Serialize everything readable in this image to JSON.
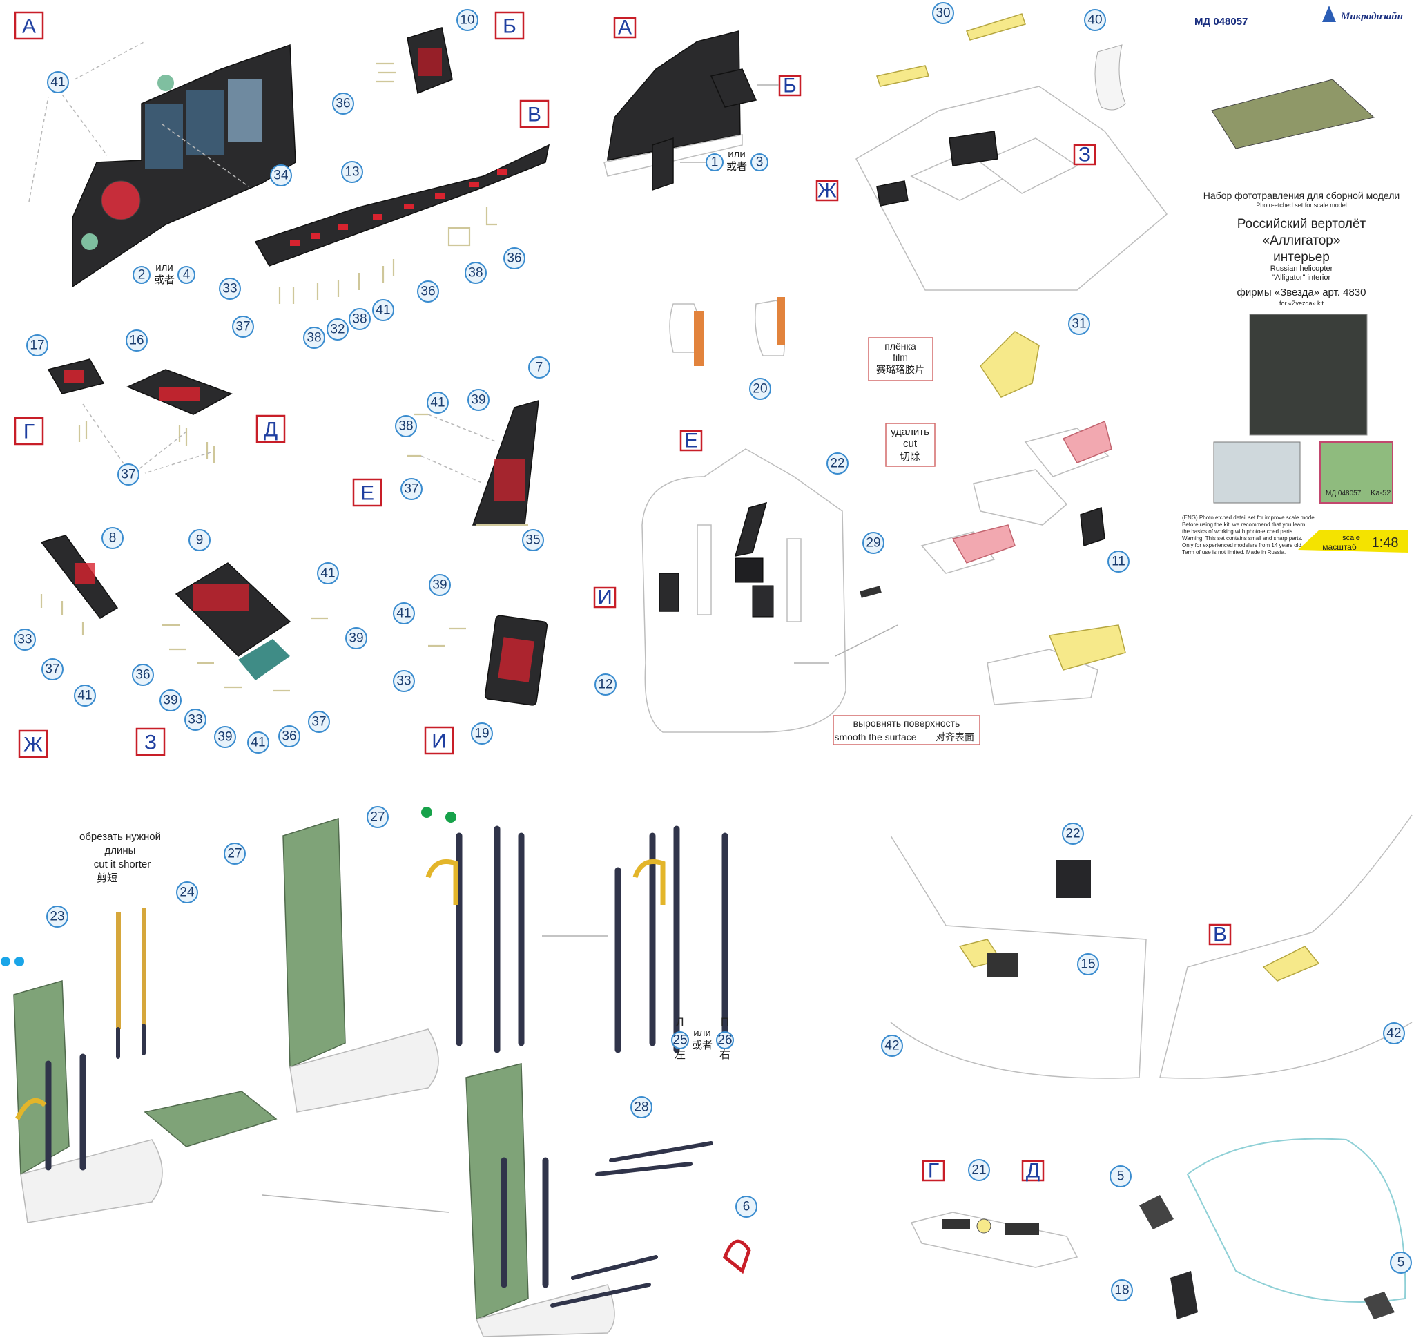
{
  "header": {
    "article": "МД 048057",
    "brand": "Микродизайн",
    "title_ru": "Набор фототравления для сборной модели",
    "title_en": "Photo-etched set for scale model",
    "subject_ru_1": "Российский вертолёт",
    "subject_ru_2": "«Аллигатор»",
    "subject_ru_3": "интерьер",
    "subject_en_1": "Russian helicopter",
    "subject_en_2": "\"Alligator\" interior",
    "kit_ru": "фирмы «Звезда» арт. 4830",
    "kit_en": "for «Zvezda» kit",
    "sheet1_label": "МД 048057",
    "sheet2_label": "Ka-52",
    "disclaimer": [
      "(ENG) Photo etched detail set for improve scale model.",
      "Before using the kit, we recommend that you learn",
      "the basics of working with photo-etched parts.",
      "Warning! This set contains small and sharp parts.",
      "Only for experienced modelers from 14 years old.",
      "Term of use is not limited. Made in Russia."
    ],
    "scale_word_en": "scale",
    "scale_word_ru": "масштаб",
    "scale_value": "1:48"
  },
  "section_labels": {
    "A": "А",
    "B": "Б",
    "V": "В",
    "G": "Г",
    "D": "Д",
    "E": "Е",
    "Zh": "Ж",
    "Z": "З",
    "I": "И"
  },
  "connectors": {
    "or_ru": "или",
    "or_cn": "或者",
    "left_ru": "Л",
    "right_ru": "П",
    "left_cn": "左",
    "right_cn": "右"
  },
  "notes": {
    "film_ru": "плёнка",
    "film_en": "film",
    "film_cn": "赛璐珞胶片",
    "remove_ru": "удалить",
    "remove_en": "cut",
    "remove_cn": "切除",
    "smooth_ru": "выровнять поверхность",
    "smooth_en": "smooth the surface",
    "smooth_cn": "对齐表面",
    "shorten_ru_1": "обрезать нужной",
    "shorten_ru_2": "длины",
    "shorten_en": "cut it shorter",
    "shorten_cn": "剪短"
  },
  "part_numbers": {
    "n1": "1",
    "n2": "2",
    "n3": "3",
    "n4": "4",
    "n5": "5",
    "n6": "6",
    "n7": "7",
    "n8": "8",
    "n9": "9",
    "n10": "10",
    "n11": "11",
    "n12": "12",
    "n13": "13",
    "n15": "15",
    "n16": "16",
    "n17": "17",
    "n18": "18",
    "n19": "19",
    "n20": "20",
    "n21": "21",
    "n22": "22",
    "n23": "23",
    "n24": "24",
    "n25": "25",
    "n26": "26",
    "n27": "27",
    "n28": "28",
    "n29": "29",
    "n30": "30",
    "n31": "31",
    "n32": "32",
    "n33": "33",
    "n34": "34",
    "n35": "35",
    "n36": "36",
    "n37": "37",
    "n38": "38",
    "n39": "39",
    "n40": "40",
    "n41": "41",
    "n42": "42"
  },
  "colors": {
    "label_border": "#c81e28",
    "label_text": "#1f3fa0",
    "callout_border": "#3a8ccf",
    "panel": "#2a2a2c",
    "button_red": "#d8232f",
    "seat_green": "#7fa378",
    "strap": "#30344a",
    "film_yellow": "#f6e98a",
    "cut_pink": "#f2a8b0",
    "scale_badge": "#f4e300"
  }
}
